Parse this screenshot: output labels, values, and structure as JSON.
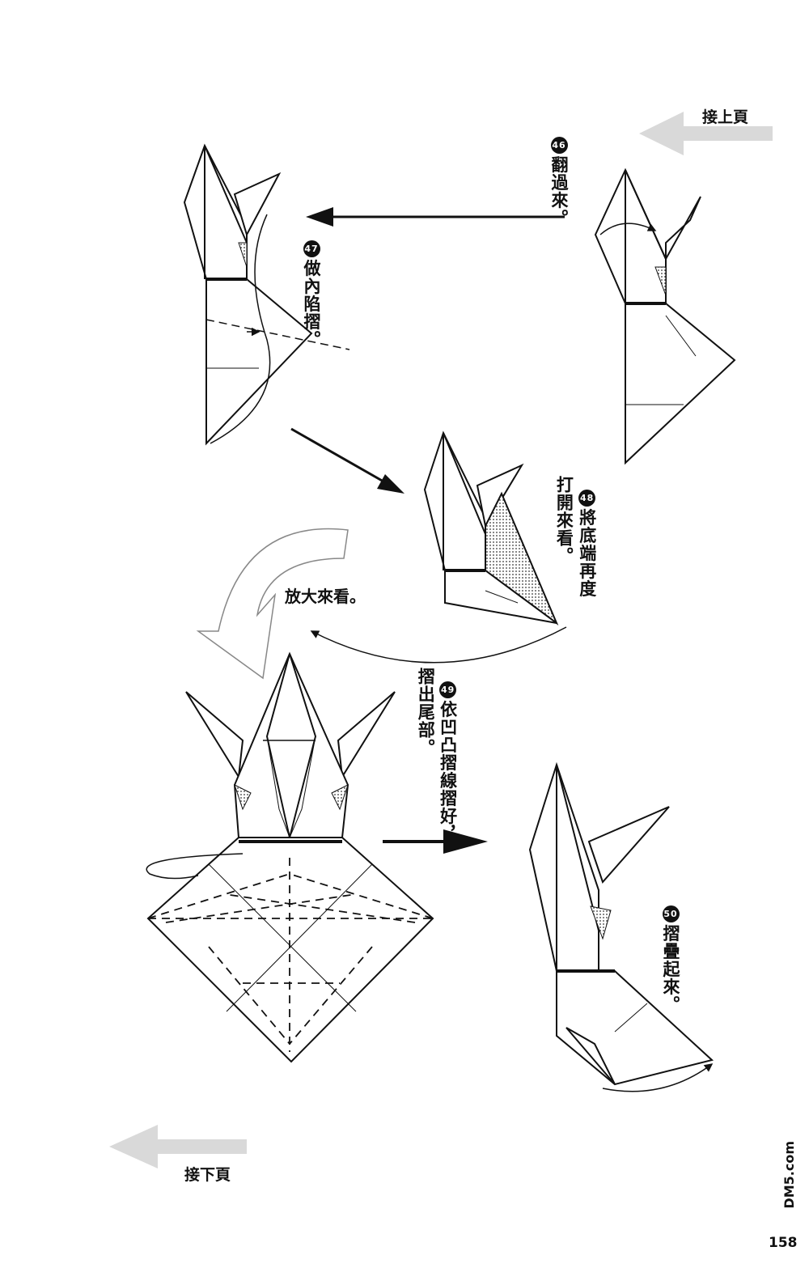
{
  "nav": {
    "prev_page": "接上頁",
    "next_page": "接下頁"
  },
  "steps": [
    {
      "num": "46",
      "text": "翻過來。"
    },
    {
      "num": "47",
      "text": "做內陷摺。"
    },
    {
      "num": "48",
      "text": "將底端再度\n打開來看。"
    },
    {
      "num": "49",
      "text": "依凹凸摺線摺好，\n摺出尾部。"
    },
    {
      "num": "50",
      "text": "摺疊起來。"
    }
  ],
  "zoom_label": "放大來看。",
  "page_number": "158",
  "watermark": "DM5.com"
}
